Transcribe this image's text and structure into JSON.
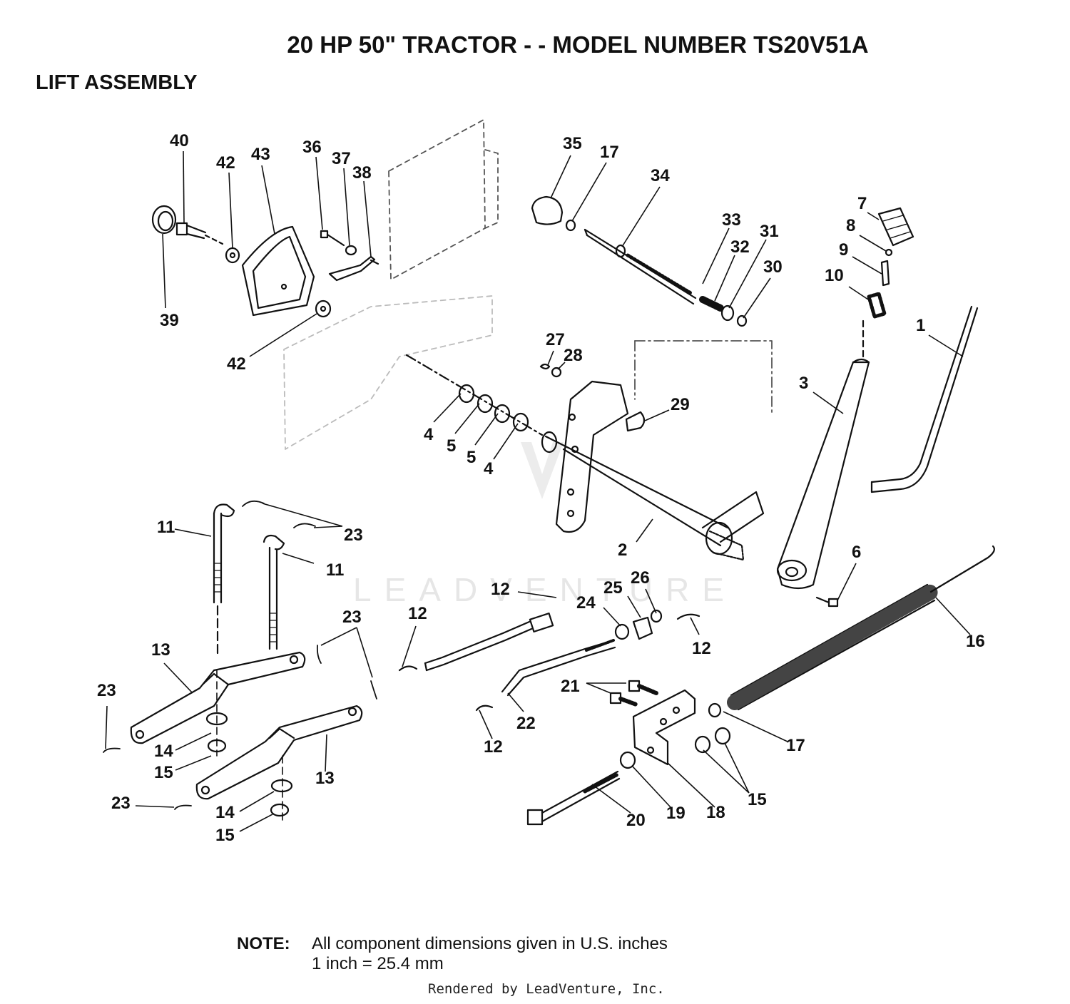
{
  "title": "20 HP 50\" TRACTOR - - MODEL NUMBER TS20V51A",
  "subtitle": "LIFT ASSEMBLY",
  "watermark": "LEADVENTURE",
  "callouts": [
    "40",
    "42",
    "43",
    "36",
    "37",
    "38",
    "39",
    "42",
    "35",
    "17",
    "34",
    "33",
    "32",
    "31",
    "30",
    "7",
    "8",
    "9",
    "10",
    "1",
    "27",
    "28",
    "29",
    "3",
    "4",
    "5",
    "5",
    "4",
    "23",
    "11",
    "11",
    "2",
    "6",
    "12",
    "26",
    "25",
    "24",
    "12",
    "12",
    "23",
    "16",
    "13",
    "23",
    "21",
    "17",
    "14",
    "15",
    "22",
    "12",
    "13",
    "23",
    "14",
    "15",
    "15",
    "18",
    "19",
    "20"
  ],
  "note": {
    "label": "NOTE:",
    "line1": "All component dimensions given in U.S. inches",
    "line2": "1 inch = 25.4 mm"
  },
  "credit": "Rendered by LeadVenture, Inc."
}
